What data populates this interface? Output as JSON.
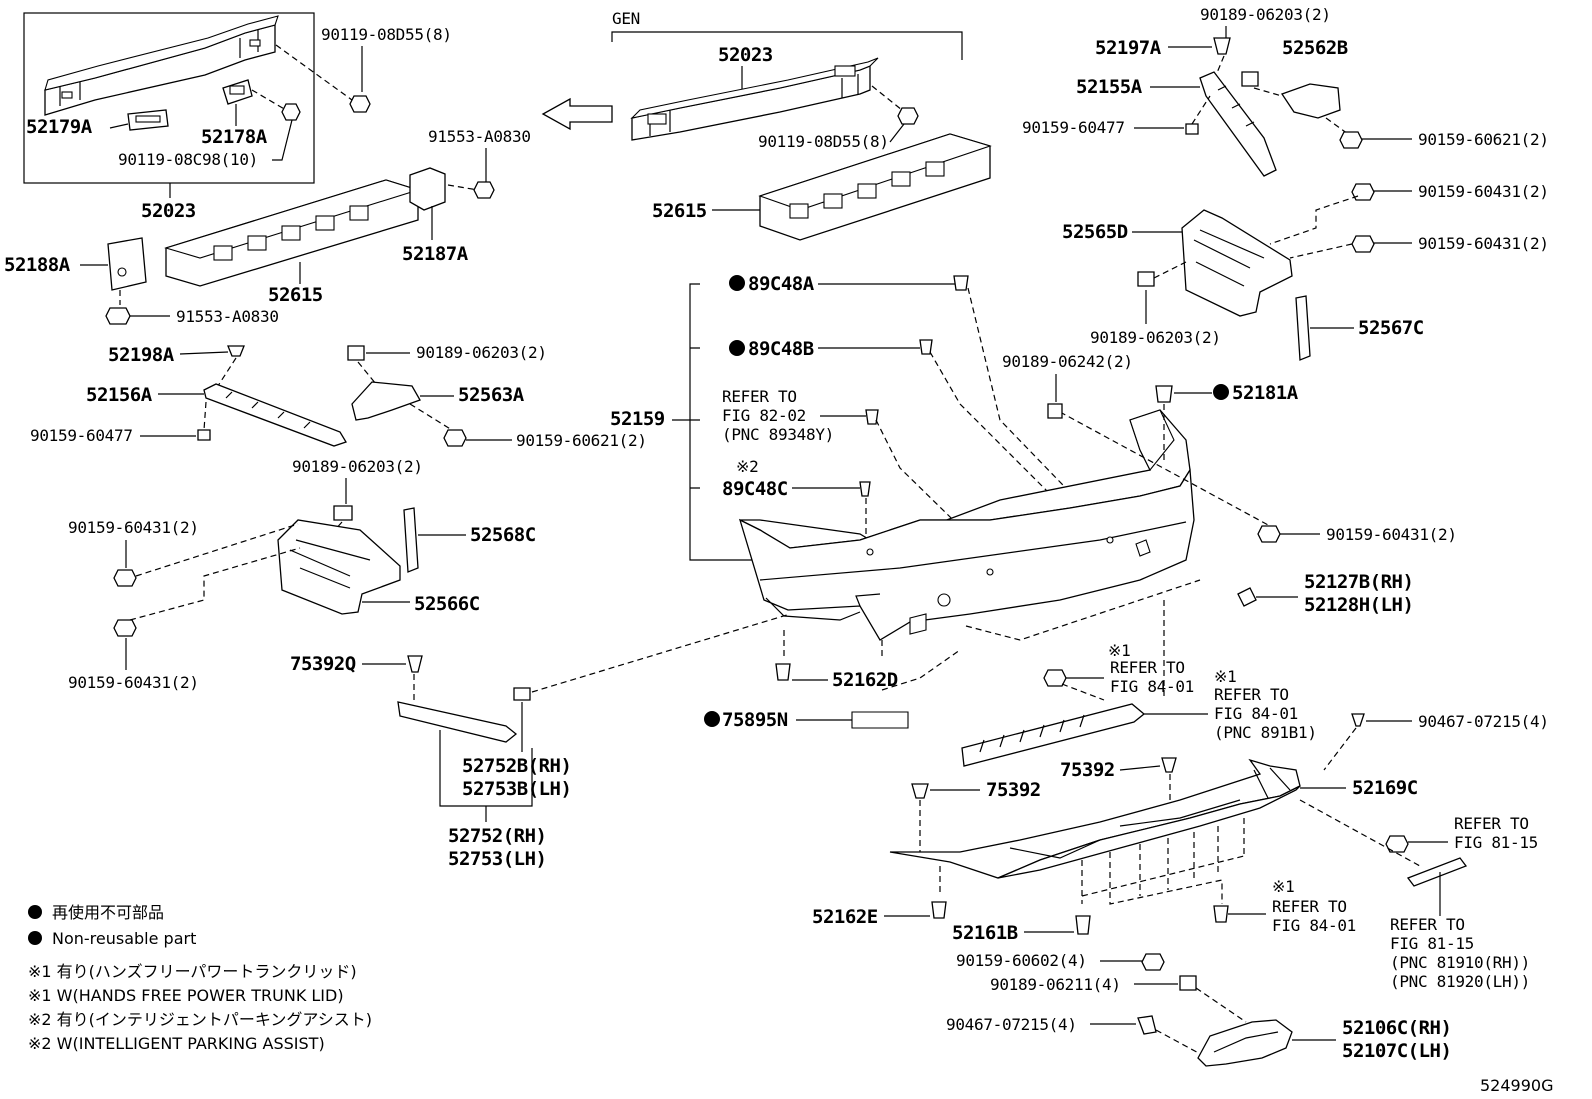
{
  "labels": {
    "p52179A": "52179A",
    "p52178A": "52178A",
    "p90119_08D55_box": "90119-08D55(8)",
    "p90119_08C98": "90119-08C98(10)",
    "p52023_box": "52023",
    "gen": "GEN",
    "p52023_gen": "52023",
    "p90119_08D55_gen": "90119-08D55(8)",
    "p52615_gen": "52615",
    "p91553_A0830_top": "91553-A0830",
    "p52187A": "52187A",
    "p52188A": "52188A",
    "p52615": "52615",
    "p91553_A0830_bot": "91553-A0830",
    "p52198A": "52198A",
    "p52156A": "52156A",
    "p90159_60477_l": "90159-60477",
    "p90189_06203_l1": "90189-06203(2)",
    "p52563A": "52563A",
    "p90159_60621_l": "90159-60621(2)",
    "p90189_06203_l2": "90189-06203(2)",
    "p90159_60431_l1": "90159-60431(2)",
    "p52568C": "52568C",
    "p52566C": "52566C",
    "p90159_60431_l2": "90159-60431(2)",
    "p75392Q": "75392Q",
    "p52752B": "52752B(RH)",
    "p52753B": "52753B(LH)",
    "p52752": "52752(RH)",
    "p52753": "52753(LH)",
    "p89C48A": "89C48A",
    "p89C48B": "89C48B",
    "p52159": "52159",
    "refer_1": "REFER TO",
    "refer_1b": "FIG 82-02",
    "refer_1c": "(PNC 89348Y)",
    "mark2_a": "※2",
    "p89C48C": "89C48C",
    "p52162D": "52162D",
    "p75895N": "75895N",
    "p52197A": "52197A",
    "p90189_06203_r1": "90189-06203(2)",
    "p52562B": "52562B",
    "p52155A": "52155A",
    "p90159_60477_r": "90159-60477",
    "p90159_60621_r": "90159-60621(2)",
    "p90159_60431_r1": "90159-60431(2)",
    "p52565D": "52565D",
    "p90159_60431_r2": "90159-60431(2)",
    "p90189_06203_r2": "90189-06203(2)",
    "p52567C": "52567C",
    "p90189_06242": "90189-06242(2)",
    "p52181A": "52181A",
    "p90159_60431_r3": "90159-60431(2)",
    "p52127B": "52127B(RH)",
    "p52128H": "52128H(LH)",
    "mark1_a": "※1",
    "refer_2": "REFER TO",
    "refer_2b": "FIG 84-01",
    "mark1_b": "※1",
    "refer_3": "REFER TO",
    "refer_3b": "FIG 84-01",
    "refer_3c": "(PNC 891B1)",
    "p90467_07215_r": "90467-07215(4)",
    "p75392_a": "75392",
    "p52169C": "52169C",
    "p75392_b": "75392",
    "refer_4": "REFER TO",
    "refer_4b": "FIG 81-15",
    "p52162E": "52162E",
    "p52161B": "52161B",
    "mark1_c": "※1",
    "refer_5": "REFER TO",
    "refer_5b": "FIG 84-01",
    "refer_6": "REFER TO",
    "refer_6b": "FIG 81-15",
    "refer_6c": "(PNC 81910(RH))",
    "refer_6d": "(PNC 81920(LH))",
    "p90159_60602": "90159-60602(4)",
    "p90189_06211": "90189-06211(4)",
    "p90467_07215_b": "90467-07215(4)",
    "p52106C": "52106C(RH)",
    "p52107C": "52107C(LH)",
    "fig_code": "524990G"
  },
  "notes": {
    "legend_jp": "再使用不可部品",
    "legend_en": "Non-reusable part",
    "note1_jp": "※1 有り(ハンズフリーパワートランクリッド)",
    "note1_en": "※1 W(HANDS FREE POWER TRUNK LID)",
    "note2_jp": "※2 有り(インテリジェントパーキングアシスト)",
    "note2_en": "※2 W(INTELLIGENT PARKING ASSIST)"
  }
}
